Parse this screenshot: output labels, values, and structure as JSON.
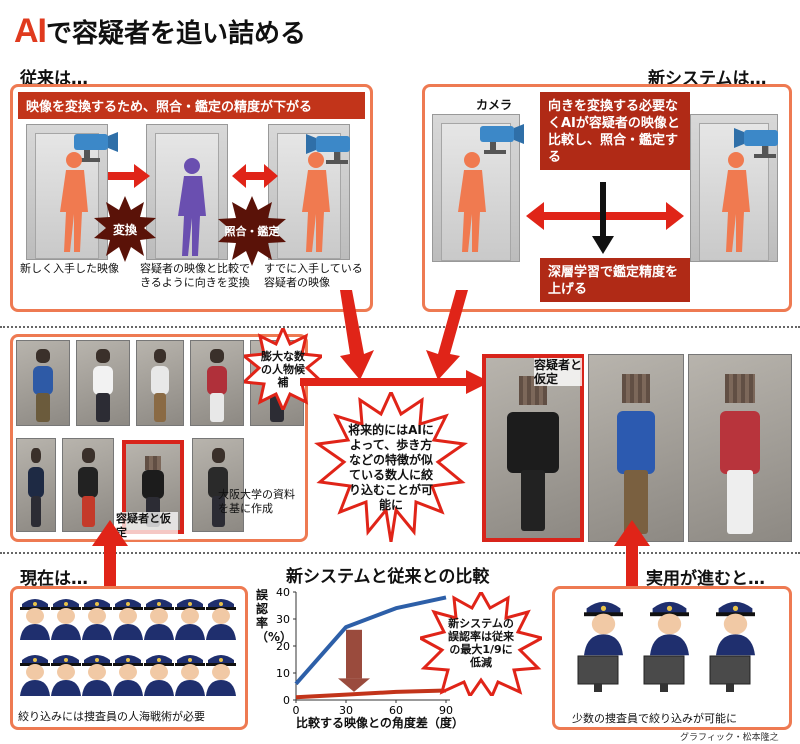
{
  "title": {
    "ai": "AI",
    "rest": "で容疑者を追い詰める"
  },
  "old": {
    "label": "従来は…",
    "banner": "映像を変換するため、照合・鑑定の精度が下がる",
    "burst_convert": "変換",
    "burst_match": "照合・鑑定",
    "caption_new": "新しく入手した映像",
    "caption_convert": "容疑者の映像と比較できるように向きを変換",
    "caption_existing": "すでに入手している容疑者の映像"
  },
  "new": {
    "label": "新システムは…",
    "camera_label": "カメラ",
    "note_main": "向きを変換する必要なくAIが容疑者の映像と比較し、照合・鑑定する",
    "note_deep": "深層学習で鑑定精度を上げる"
  },
  "middle": {
    "candidates_burst": "膨大な数の人物候補",
    "center_burst": "将来的にはAIによって、歩き方などの特徴が似ている数人に絞り込むことが可能に",
    "suspect_left": "容疑者と仮定",
    "suspect_right": "容疑者と仮定",
    "source_note": "大阪大学の資料を基に作成"
  },
  "bottom": {
    "current_label": "現在は…",
    "current_caption": "絞り込みには捜査員の人海戦術が必要",
    "future_label": "実用が進むと…",
    "future_caption": "少数の捜査員で絞り込みが可能に",
    "credit": "グラフィック・松本隆之"
  },
  "chart_data": {
    "type": "line",
    "title": "新システムと従来との比較",
    "xlabel": "比較する映像との角度差（度）",
    "ylabel": "誤認率（%）",
    "x": [
      0,
      30,
      60,
      90
    ],
    "xticks": [
      0,
      30,
      60,
      90
    ],
    "yticks": [
      0,
      10,
      20,
      30,
      40
    ],
    "ylim": [
      0,
      40
    ],
    "xlim": [
      0,
      90
    ],
    "series": [
      {
        "values": [
          6,
          27,
          34,
          38
        ],
        "color": "#2d5fa8"
      },
      {
        "values": [
          1,
          2,
          3,
          3.5
        ],
        "color": "#c2341a"
      }
    ],
    "annotation": "新システムの誤認率は従来の最大1/9に低減"
  },
  "colors": {
    "accent": "#e03a1e",
    "box_border": "#ee7a52",
    "banner": "#c2341a",
    "camera": "#3c88c8",
    "figure_orange": "#f07a50",
    "figure_purple": "#6a4fb0",
    "police": "#1f2f6e"
  }
}
